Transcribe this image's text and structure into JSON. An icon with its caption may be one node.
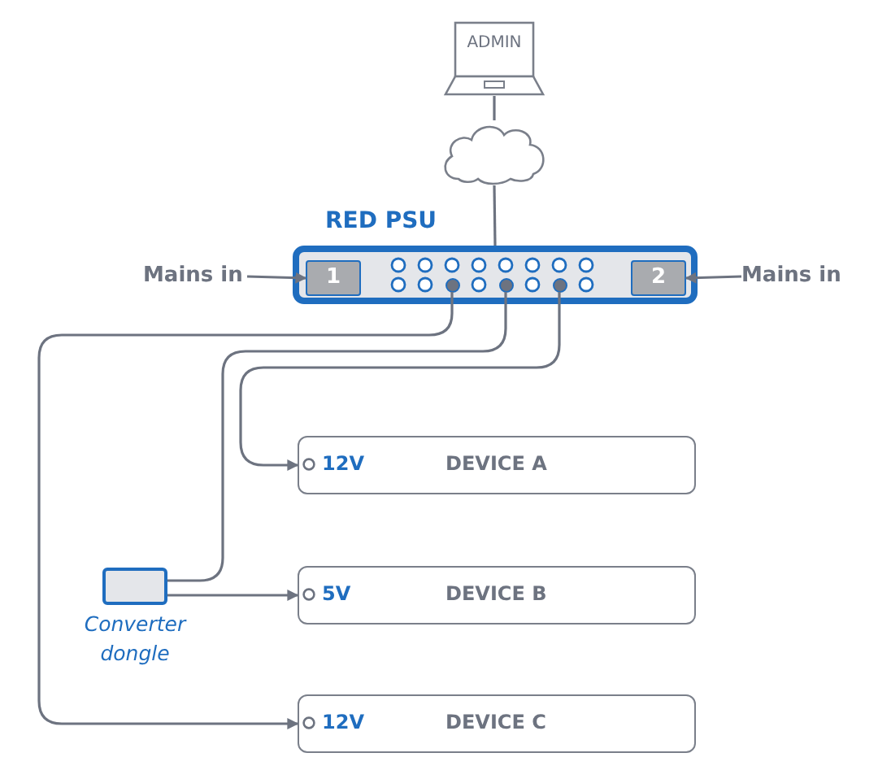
{
  "diagram": {
    "nodes": [
      {
        "text": [
          "ADMIN"
        ]
      },
      {
        "text": [],
        "shape": "cloud"
      },
      {
        "text": [
          "RED PSU"
        ]
      },
      {
        "text": [
          "1"
        ],
        "in": 2
      },
      {
        "text": [
          "2"
        ],
        "in": 2
      },
      {
        "text": [
          "Mains in"
        ]
      },
      {
        "text": [
          "Mains in"
        ]
      },
      {
        "text": [],
        "shape": "circle",
        "in": 2
      },
      {
        "text": [],
        "shape": "circle",
        "in": 2
      },
      {
        "text": [],
        "shape": "circle",
        "in": 2
      },
      {
        "text": [
          "12V",
          "DEVICE A"
        ]
      },
      {
        "text": [],
        "shape": "box",
        "beside": [
          "Converter dongle"
        ]
      },
      {
        "text": [
          "5V",
          "DEVICE B"
        ]
      },
      {
        "text": [
          "12V",
          "DEVICE C"
        ]
      }
    ],
    "edges": [
      {
        "from": 0,
        "to": 1,
        "arrow": "none"
      },
      {
        "from": 1,
        "to": 2,
        "arrow": "none"
      },
      {
        "from": 5,
        "to": 3,
        "arrow": "to"
      },
      {
        "from": 6,
        "to": 4,
        "arrow": "to"
      },
      {
        "from": 7,
        "to": 13,
        "arrow": "to"
      },
      {
        "from": 8,
        "to": 11,
        "arrow": "none"
      },
      {
        "from": 9,
        "to": 10,
        "arrow": "to"
      },
      {
        "from": 11,
        "to": 12,
        "arrow": "to"
      }
    ]
  }
}
